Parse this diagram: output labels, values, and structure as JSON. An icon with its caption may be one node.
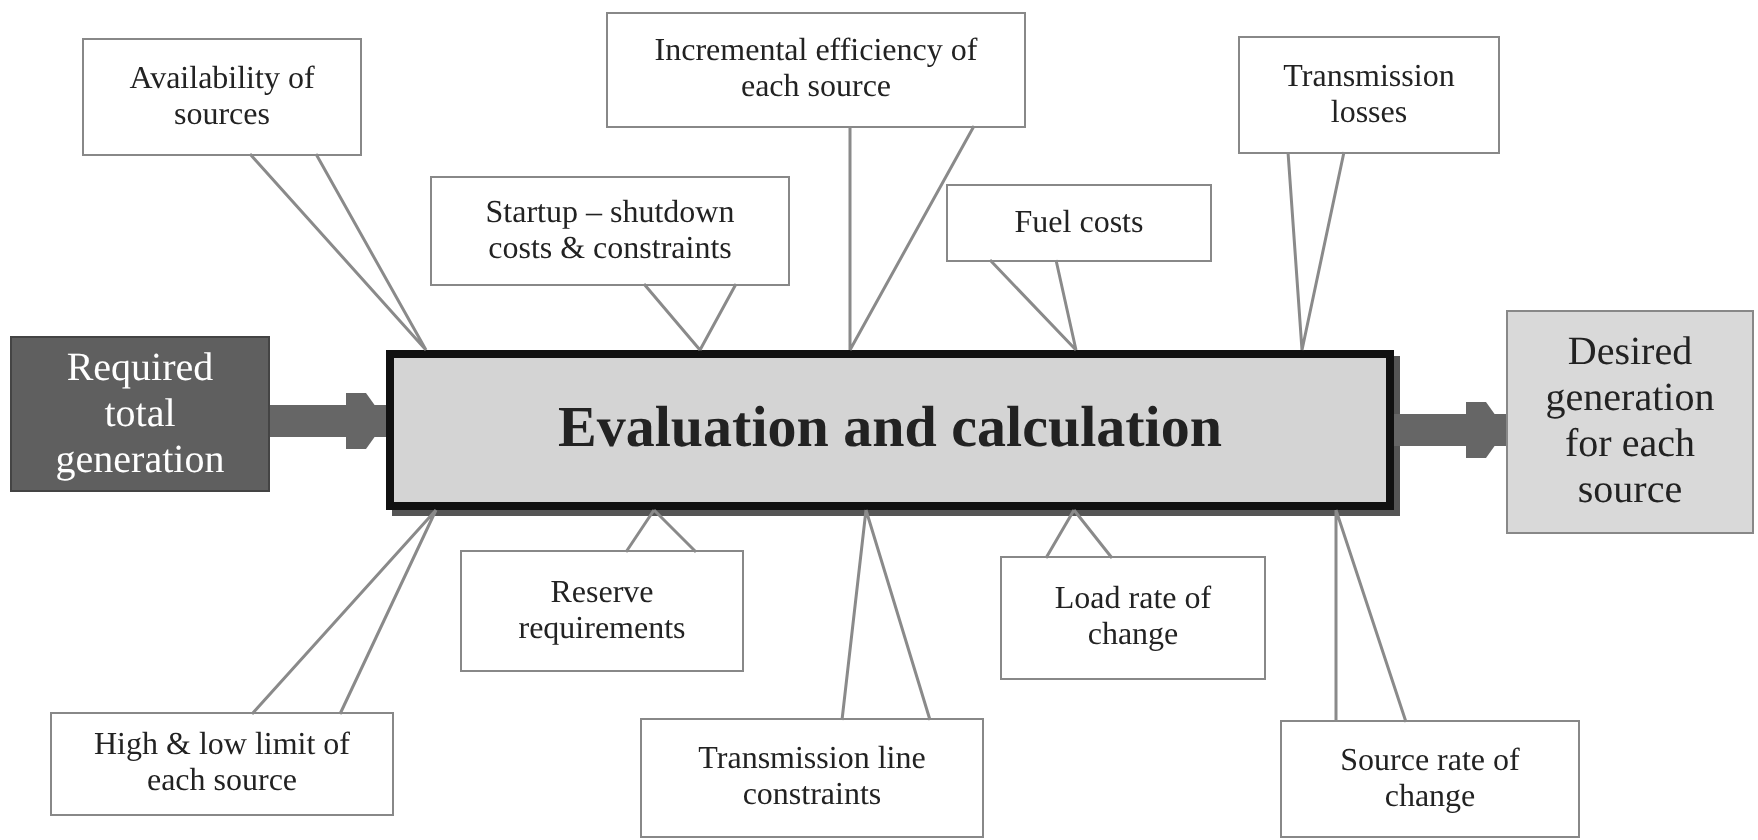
{
  "diagram": {
    "nodes": [
      {
        "text": [
          "Required total generation"
        ]
      },
      {
        "text": [
          "Evaluation and calculation"
        ]
      },
      {
        "text": [
          "Desired generation for each source"
        ]
      },
      {
        "text": [
          "Availability of sources"
        ]
      },
      {
        "text": [
          "Startup – shutdown costs & constraints"
        ]
      },
      {
        "text": [
          "Incremental efficiency of each source"
        ]
      },
      {
        "text": [
          "Fuel costs"
        ]
      },
      {
        "text": [
          "Transmission losses"
        ]
      },
      {
        "text": [
          "Reserve requirements"
        ]
      },
      {
        "text": [
          "Load rate of change"
        ]
      },
      {
        "text": [
          "High & low limit of each source"
        ]
      },
      {
        "text": [
          "Transmission line constraints"
        ]
      },
      {
        "text": [
          "Source rate of change"
        ]
      }
    ],
    "edges": [
      {
        "from": 0,
        "to": 1,
        "arrow": "to",
        "style": "thick",
        "color": "#666666"
      },
      {
        "from": 1,
        "to": 2,
        "arrow": "to",
        "style": "thick",
        "color": "#666666"
      },
      {
        "from": 3,
        "to": 1,
        "arrow": "none"
      },
      {
        "from": 4,
        "to": 1,
        "arrow": "none"
      },
      {
        "from": 5,
        "to": 1,
        "arrow": "none"
      },
      {
        "from": 6,
        "to": 1,
        "arrow": "none"
      },
      {
        "from": 7,
        "to": 1,
        "arrow": "none"
      },
      {
        "from": 8,
        "to": 1,
        "arrow": "none"
      },
      {
        "from": 9,
        "to": 1,
        "arrow": "none"
      },
      {
        "from": 10,
        "to": 1,
        "arrow": "none"
      },
      {
        "from": 11,
        "to": 1,
        "arrow": "none"
      },
      {
        "from": 12,
        "to": 1,
        "arrow": "none"
      }
    ]
  }
}
